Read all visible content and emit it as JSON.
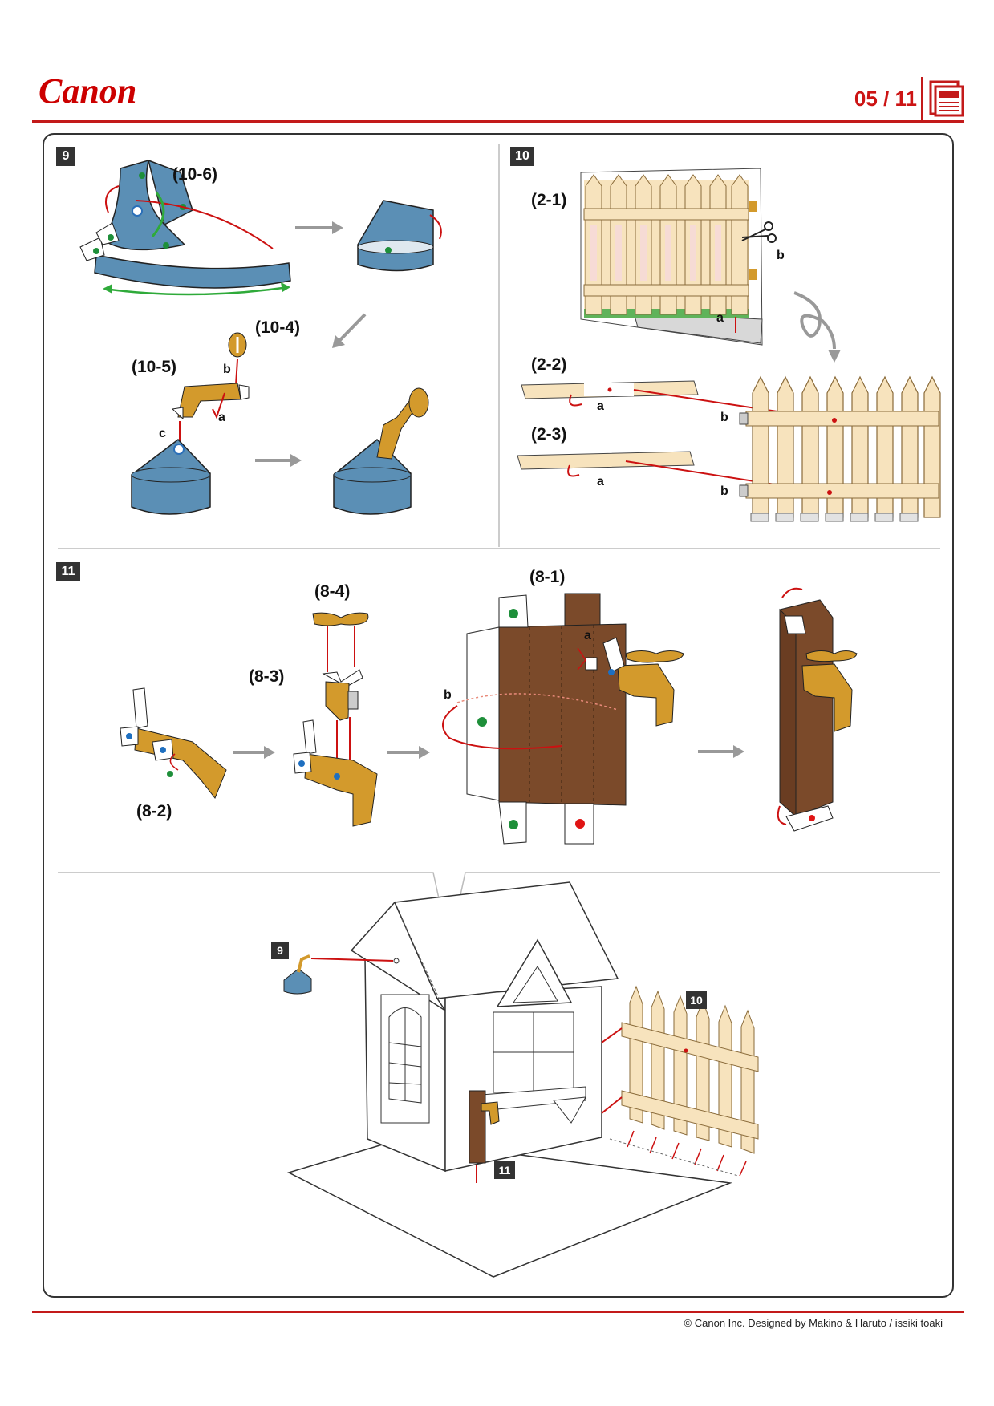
{
  "header": {
    "brand": "Canon",
    "page_indicator": "05 / 11"
  },
  "steps": {
    "s9": "9",
    "s10": "10",
    "s11": "11"
  },
  "labels": {
    "p10_6": "(10-6)",
    "p10_4": "(10-4)",
    "p10_5": "(10-5)",
    "p2_1": "(2-1)",
    "p2_2": "(2-2)",
    "p2_3": "(2-3)",
    "p8_1": "(8-1)",
    "p8_2": "(8-2)",
    "p8_3": "(8-3)",
    "p8_4": "(8-4)",
    "a": "a",
    "b": "b",
    "c": "c"
  },
  "overview_tags": {
    "t9": "9",
    "t10": "10",
    "t11": "11"
  },
  "footer": {
    "credit": "© Canon Inc. Designed by Makino & Haruto / issiki toaki"
  },
  "colors": {
    "accent": "#c31a1a",
    "blue": "#5b8fb5",
    "ochre": "#d39a2c",
    "brown": "#7b4a2a",
    "cream": "#f7e3bd"
  }
}
